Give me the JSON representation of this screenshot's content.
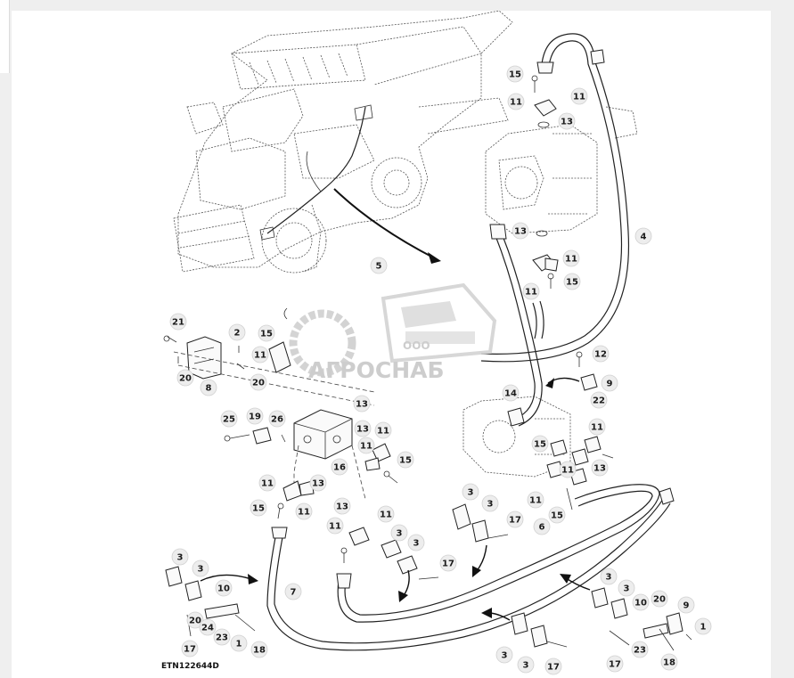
{
  "diagram": {
    "part_code": "ETN122644D",
    "watermark": {
      "company_prefix": "ООО",
      "company_name": "АГРОСНАБ"
    },
    "callouts": [
      {
        "id": "c15a",
        "label": "15"
      },
      {
        "id": "c11a",
        "label": "11"
      },
      {
        "id": "c11b",
        "label": "11"
      },
      {
        "id": "c13a",
        "label": "13"
      },
      {
        "id": "c4",
        "label": "4"
      },
      {
        "id": "c13b",
        "label": "13"
      },
      {
        "id": "c11c",
        "label": "11"
      },
      {
        "id": "c11d",
        "label": "11"
      },
      {
        "id": "c15b",
        "label": "15"
      },
      {
        "id": "c5",
        "label": "5"
      },
      {
        "id": "c21",
        "label": "21"
      },
      {
        "id": "c2",
        "label": "2"
      },
      {
        "id": "c15c",
        "label": "15"
      },
      {
        "id": "c11e",
        "label": "11"
      },
      {
        "id": "c20a",
        "label": "20"
      },
      {
        "id": "c8",
        "label": "8"
      },
      {
        "id": "c20b",
        "label": "20"
      },
      {
        "id": "c12",
        "label": "12"
      },
      {
        "id": "c9a",
        "label": "9"
      },
      {
        "id": "c22",
        "label": "22"
      },
      {
        "id": "c14",
        "label": "14"
      },
      {
        "id": "c13c",
        "label": "13"
      },
      {
        "id": "c25",
        "label": "25"
      },
      {
        "id": "c19",
        "label": "19"
      },
      {
        "id": "c26",
        "label": "26"
      },
      {
        "id": "c13d",
        "label": "13"
      },
      {
        "id": "c11f",
        "label": "11"
      },
      {
        "id": "c15d",
        "label": "15"
      },
      {
        "id": "c16",
        "label": "16"
      },
      {
        "id": "c13e",
        "label": "13"
      },
      {
        "id": "c11g",
        "label": "11"
      },
      {
        "id": "c15e",
        "label": "15"
      },
      {
        "id": "c11h",
        "label": "11"
      },
      {
        "id": "c11i",
        "label": "11"
      },
      {
        "id": "c13f",
        "label": "13"
      },
      {
        "id": "c11j",
        "label": "11"
      },
      {
        "id": "c15f",
        "label": "15"
      },
      {
        "id": "c11k",
        "label": "11"
      },
      {
        "id": "c11l",
        "label": "11"
      },
      {
        "id": "c11m",
        "label": "11"
      },
      {
        "id": "c13g",
        "label": "13"
      },
      {
        "id": "c11n",
        "label": "11"
      },
      {
        "id": "c15g",
        "label": "15"
      },
      {
        "id": "c3a",
        "label": "3"
      },
      {
        "id": "c3b",
        "label": "3"
      },
      {
        "id": "c17a",
        "label": "17"
      },
      {
        "id": "c6",
        "label": "6"
      },
      {
        "id": "c3c",
        "label": "3"
      },
      {
        "id": "c3d",
        "label": "3"
      },
      {
        "id": "c17b",
        "label": "17"
      },
      {
        "id": "c3e",
        "label": "3"
      },
      {
        "id": "c3f",
        "label": "3"
      },
      {
        "id": "c10a",
        "label": "10"
      },
      {
        "id": "c7",
        "label": "7"
      },
      {
        "id": "c20c",
        "label": "20"
      },
      {
        "id": "c24",
        "label": "24"
      },
      {
        "id": "c23a",
        "label": "23"
      },
      {
        "id": "c17c",
        "label": "17"
      },
      {
        "id": "c1a",
        "label": "1"
      },
      {
        "id": "c18a",
        "label": "18"
      },
      {
        "id": "c3g",
        "label": "3"
      },
      {
        "id": "c3h",
        "label": "3"
      },
      {
        "id": "c10b",
        "label": "10"
      },
      {
        "id": "c20d",
        "label": "20"
      },
      {
        "id": "c9b",
        "label": "9"
      },
      {
        "id": "c1b",
        "label": "1"
      },
      {
        "id": "c3i",
        "label": "3"
      },
      {
        "id": "c3j",
        "label": "3"
      },
      {
        "id": "c17d",
        "label": "17"
      },
      {
        "id": "c17e",
        "label": "17"
      },
      {
        "id": "c23b",
        "label": "23"
      },
      {
        "id": "c18b",
        "label": "18"
      }
    ]
  }
}
